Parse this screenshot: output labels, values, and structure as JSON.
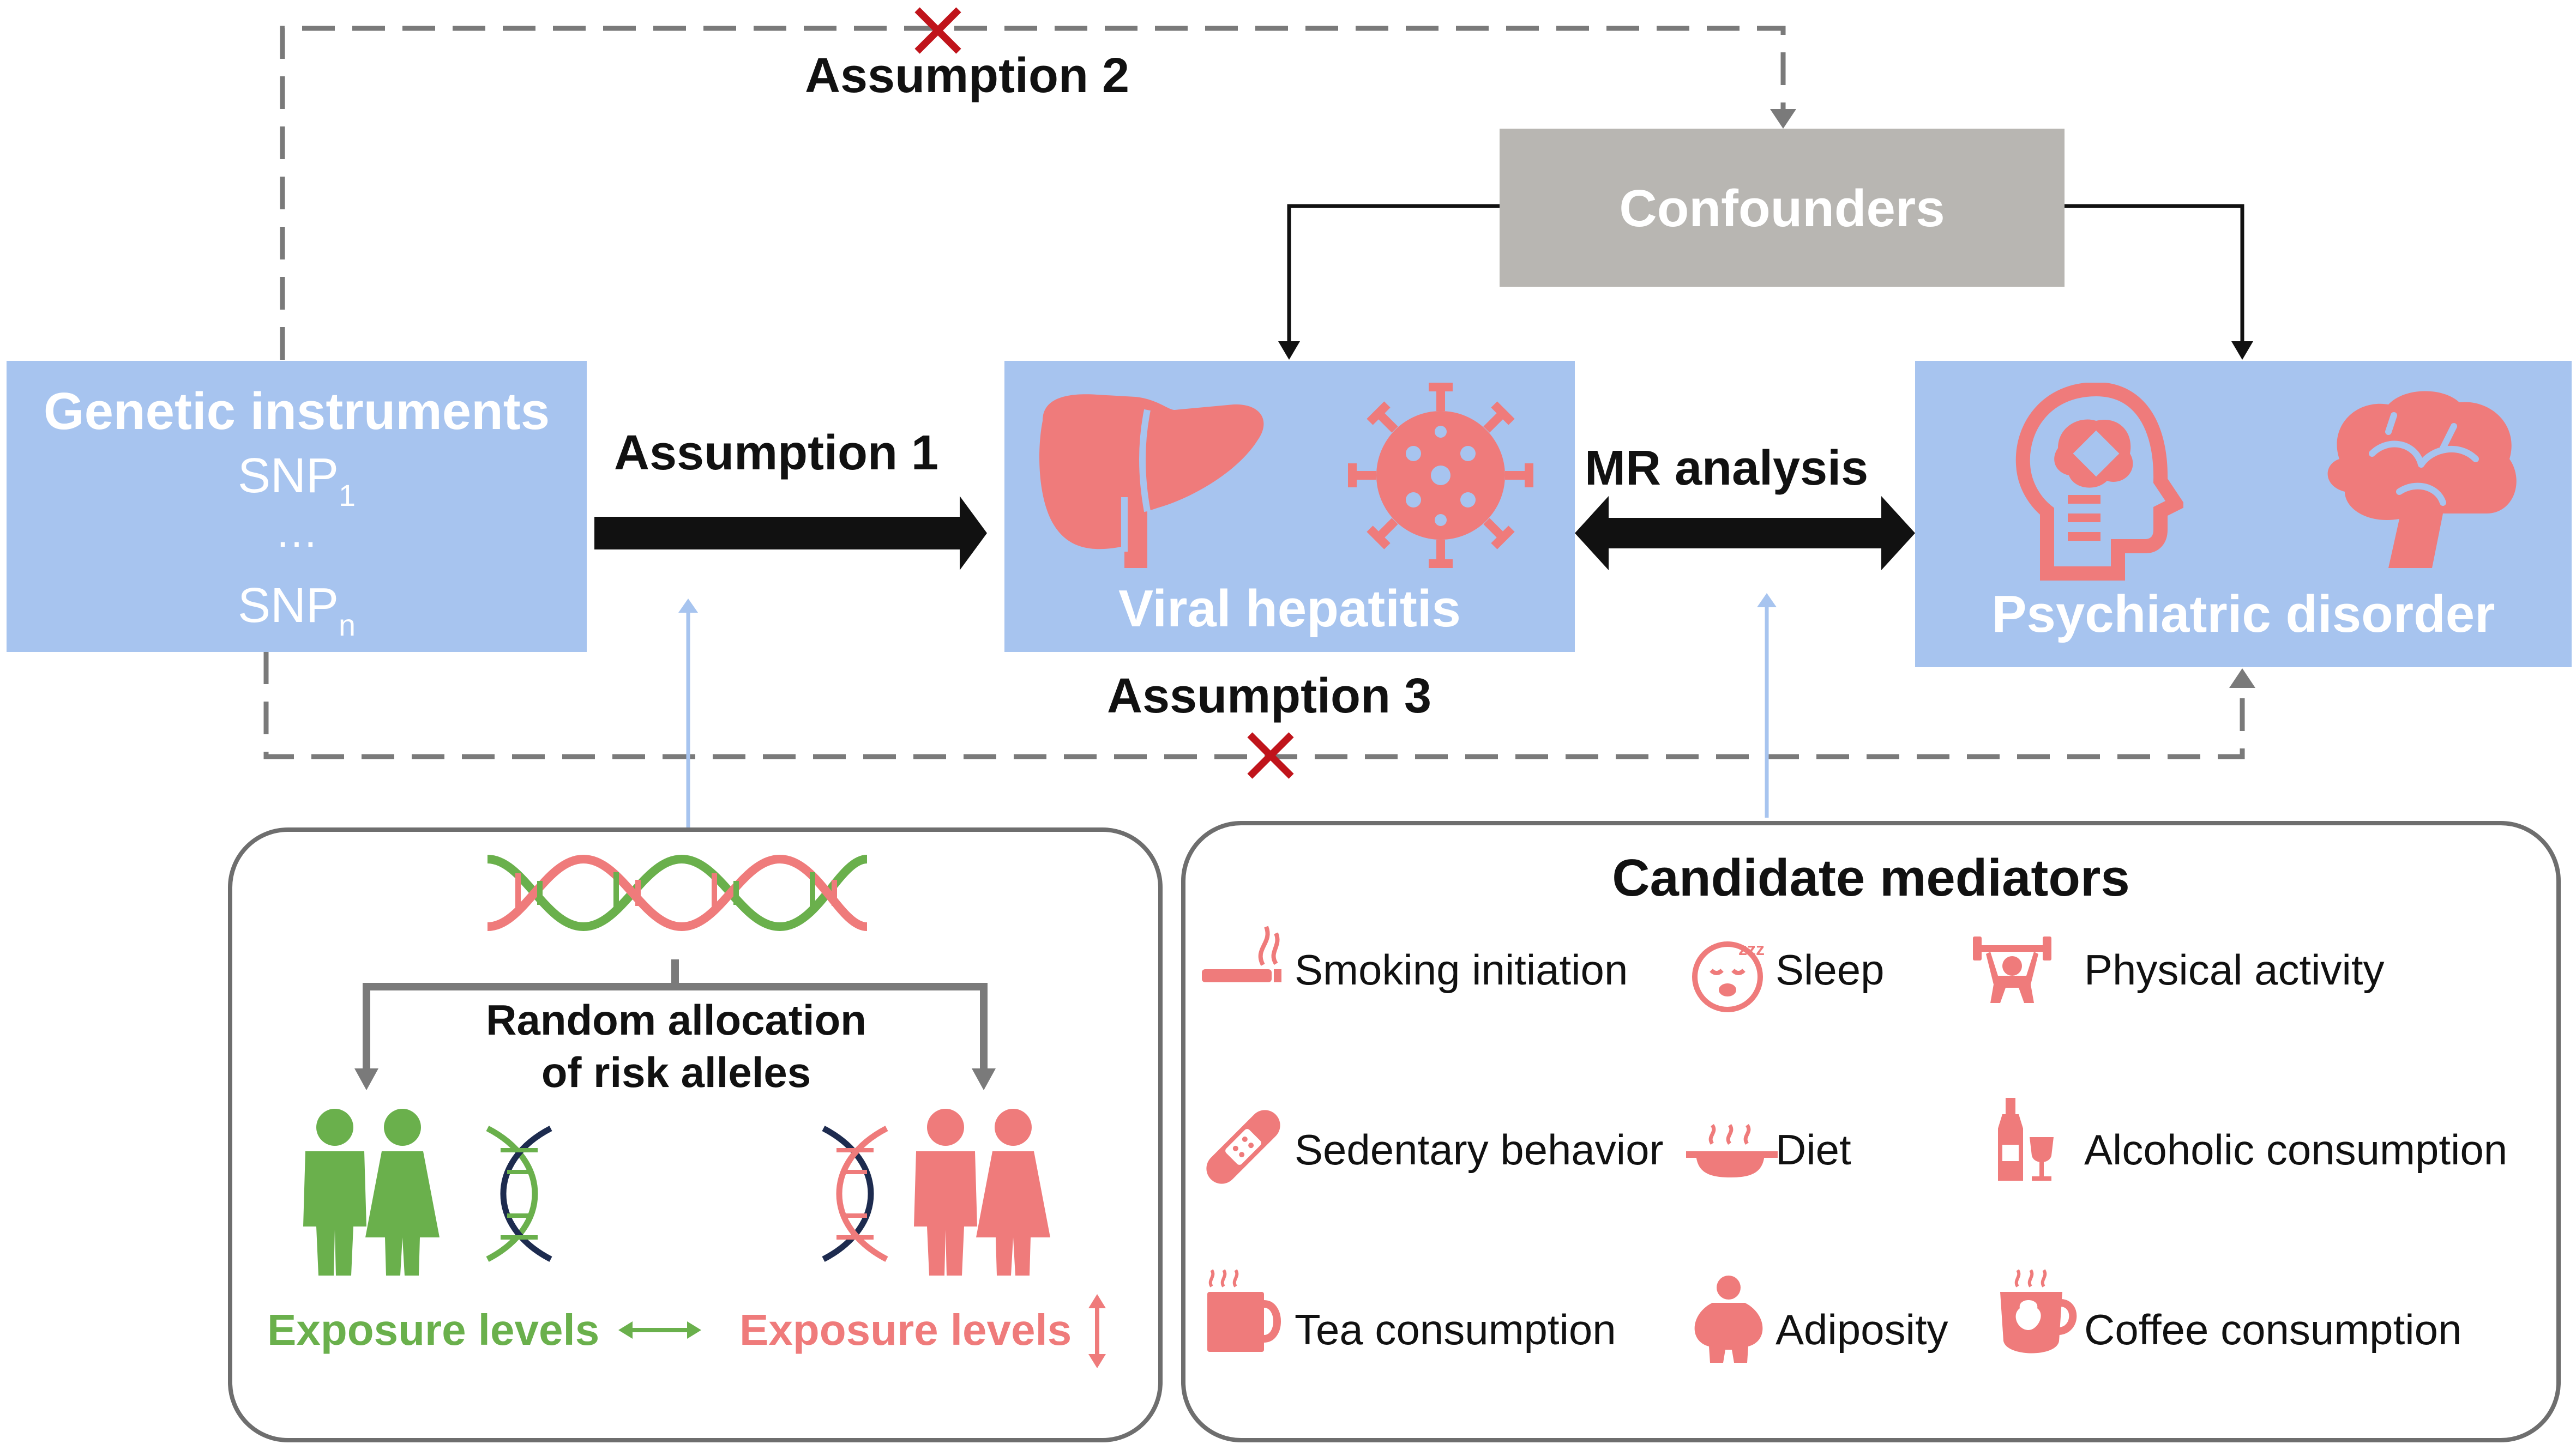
{
  "assumptions": {
    "a1": "Assumption 1",
    "a2": "Assumption 2",
    "a3": "Assumption 3"
  },
  "genetic": {
    "title": "Genetic instruments",
    "snp_first_base": "SNP",
    "snp_first_sub": "1",
    "ellipsis": "…",
    "snp_last_base": "SNP",
    "snp_last_sub": "n"
  },
  "confounders": "Confounders",
  "exposure": {
    "label": "Viral hepatitis",
    "icons": [
      "liver-icon",
      "virus-icon"
    ]
  },
  "outcome": {
    "label": "Psychiatric disorder",
    "icons": [
      "head-brain-icon",
      "brain-icon"
    ]
  },
  "mr_analysis": "MR analysis",
  "random_allocation": {
    "line1": "Random allocation",
    "line2": "of risk alleles",
    "exposure_left": "Exposure levels",
    "exposure_right": "Exposure levels",
    "icons": [
      "dna-helix-icon",
      "couple-icon",
      "dna-icon",
      "up-down-arrow-icon",
      "left-right-arrow-icon"
    ]
  },
  "mediators": {
    "title": "Candidate mediators",
    "items": [
      {
        "label": "Smoking initiation",
        "icon": "cigarette-icon"
      },
      {
        "label": "Sleep",
        "icon": "sleep-face-icon"
      },
      {
        "label": "Physical activity",
        "icon": "weightlifting-icon"
      },
      {
        "label": "Sedentary behavior",
        "icon": "bandage-icon"
      },
      {
        "label": "Diet",
        "icon": "pan-icon"
      },
      {
        "label": "Alcoholic consumption",
        "icon": "wine-icon"
      },
      {
        "label": "Tea consumption",
        "icon": "tea-mug-icon"
      },
      {
        "label": "Adiposity",
        "icon": "obesity-icon"
      },
      {
        "label": "Coffee consumption",
        "icon": "coffee-cup-icon"
      }
    ]
  },
  "colors": {
    "box_blue": "#a7c4ef",
    "confounder_gray": "#b8b6b2",
    "coral": "#ef7b7b",
    "green": "#6ab04c",
    "navy": "#1d2b4f",
    "dash_gray": "#7a7a7a",
    "light_blue_arrow": "#a7c4ef",
    "cross_red": "#c0141b"
  }
}
